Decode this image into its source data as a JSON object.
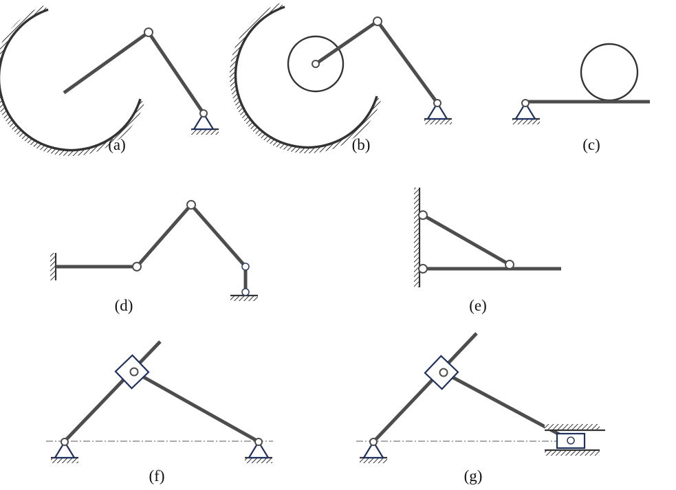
{
  "figure": {
    "labels": [
      "(a)",
      "(b)",
      "(c)",
      "(d)",
      "(e)",
      "(f)",
      "(g)"
    ]
  },
  "colors": {
    "link": "#4d4d4d",
    "support_outline": "#1f3160",
    "hatch": "#333333",
    "background": "#ffffff"
  }
}
